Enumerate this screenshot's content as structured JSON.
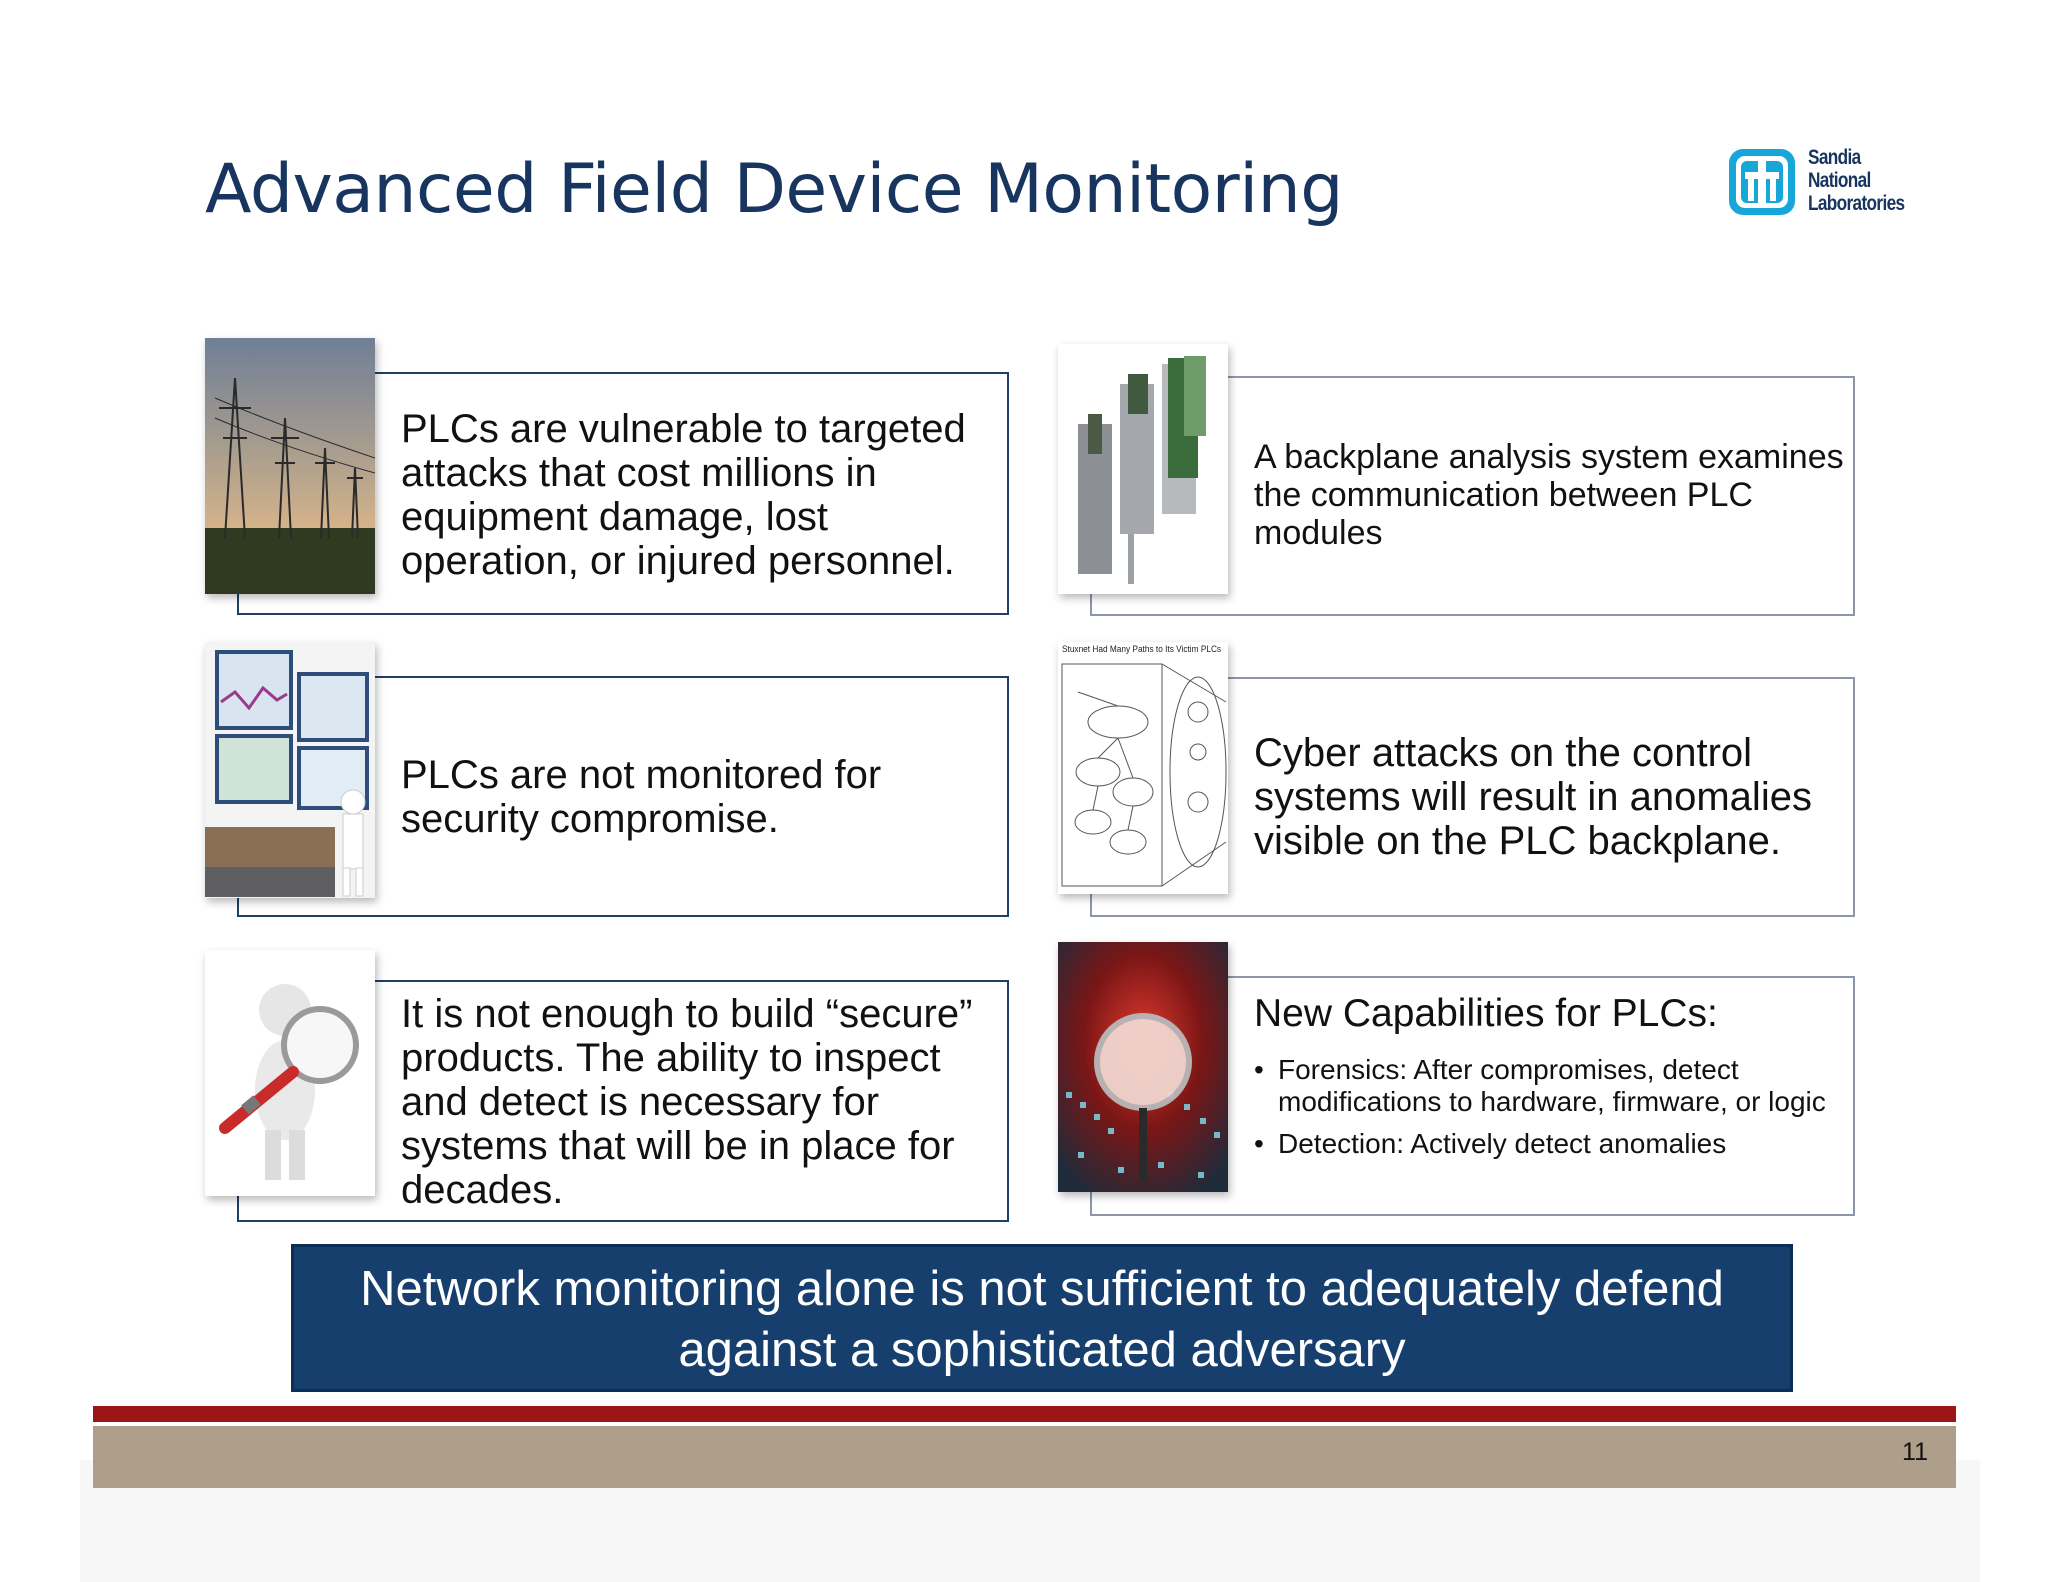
{
  "title": "Advanced Field Device Monitoring",
  "logo": {
    "lines": [
      "Sandia",
      "National",
      "Laboratories"
    ],
    "icon": "sandia-thunderbird-icon",
    "color": "#17a6d8"
  },
  "cards": [
    {
      "image": "power-transmission-towers-image",
      "text": "PLCs are vulnerable to targeted attacks that cost millions in equipment damage, lost operation, or injured personnel."
    },
    {
      "image": "plc-modules-image",
      "text": "A backplane analysis system examines the communication between PLC modules"
    },
    {
      "image": "monitoring-screens-image",
      "text": "PLCs are not monitored for security compromise."
    },
    {
      "image": "stuxnet-diagram-image",
      "image_caption": "Stuxnet Had Many Paths to Its Victim PLCs",
      "text": "Cyber attacks on the control systems will result in anomalies visible on the PLC backplane."
    },
    {
      "image": "magnifier-figure-image",
      "text": "It is not enough to build “secure” products. The ability to inspect and detect is necessary for systems that will be in place for decades."
    },
    {
      "image": "binary-magnifier-image",
      "heading": "New Capabilities for PLCs:",
      "bullets": [
        "Forensics: After compromises, detect modifications to hardware, firmware, or logic",
        "Detection: Actively detect anomalies"
      ]
    }
  ],
  "callout": {
    "line1": "Network monitoring alone is not sufficient to adequately defend",
    "line2": "against a sophisticated adversary"
  },
  "footer": {
    "page_number": "11",
    "accent_color": "#9b1616",
    "band_color": "#ae9f8a"
  },
  "colors": {
    "title": "#17355e",
    "callout_bg": "#163f6e"
  }
}
